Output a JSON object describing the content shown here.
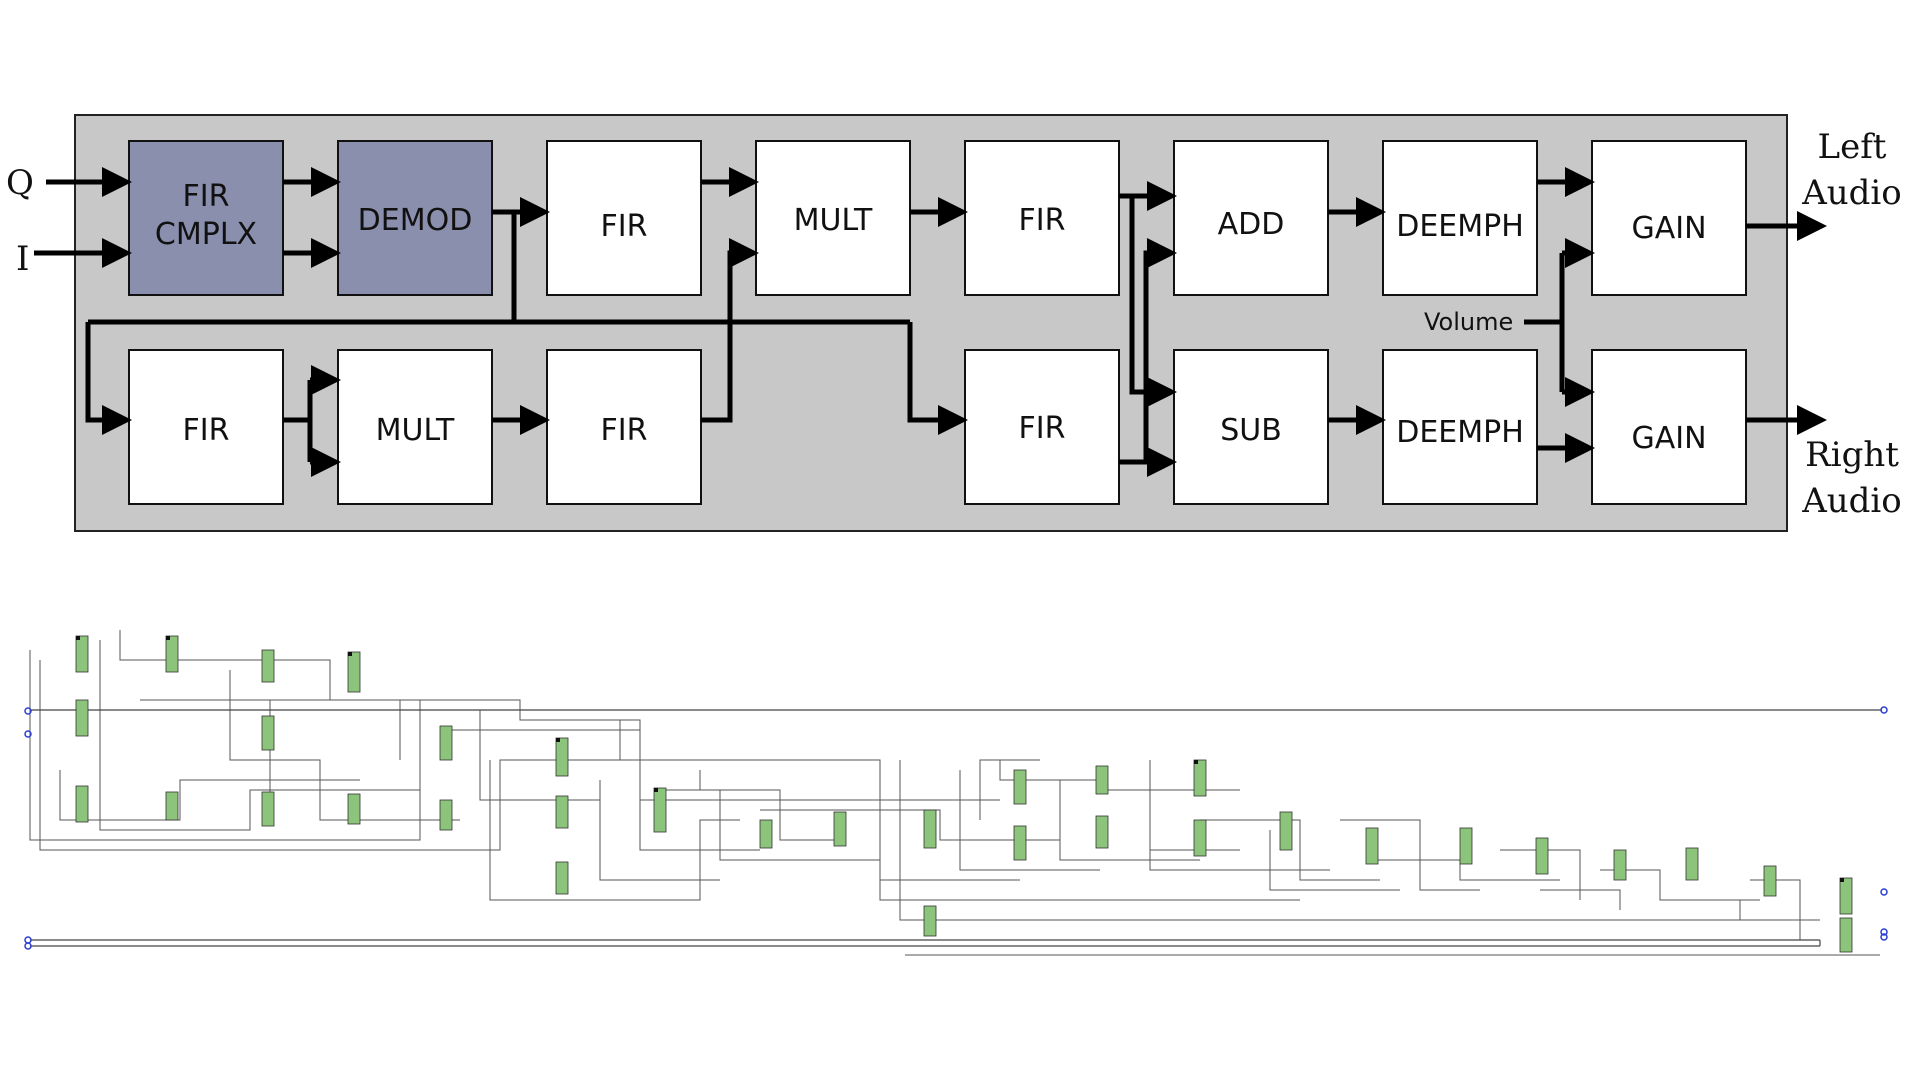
{
  "inputs": {
    "q": "Q",
    "i": "I"
  },
  "outputs": {
    "left_line1": "Left",
    "left_line2": "Audio",
    "right_line1": "Right",
    "right_line2": "Audio"
  },
  "control": {
    "volume": "Volume"
  },
  "blocks": {
    "fir_cmplx_line1": "FIR",
    "fir_cmplx_line2": "CMPLX",
    "demod": "DEMOD",
    "fir_top_1": "FIR",
    "mult_top": "MULT",
    "fir_top_2": "FIR",
    "add": "ADD",
    "deemph_top": "DEEMPH",
    "gain_top": "GAIN",
    "fir_bot_1": "FIR",
    "mult_bot": "MULT",
    "fir_bot_2": "FIR",
    "fir_bot_3": "FIR",
    "sub": "SUB",
    "deemph_bot": "DEEMPH",
    "gain_bot": "GAIN"
  },
  "colors": {
    "panel": "#c8c8c8",
    "shaded_block": "#8a8fae",
    "block": "#ffffff",
    "netlist_cell": "#8bc47a",
    "netlist_port": "#2a3fd1"
  }
}
